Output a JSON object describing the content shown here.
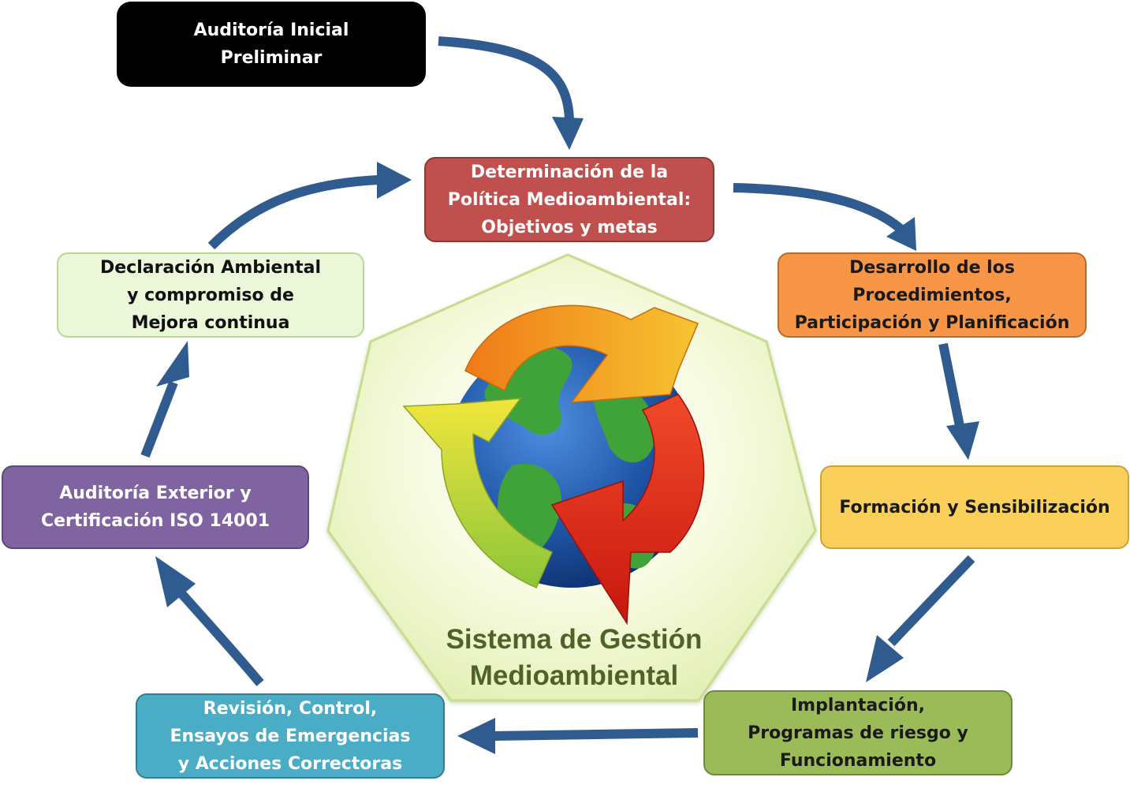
{
  "nodes": {
    "initial_audit": {
      "lines": [
        "Auditoría Inicial",
        "Preliminar"
      ],
      "fill": "#000000",
      "text_color": "#ffffff"
    },
    "policy": {
      "lines": [
        "Determinación de la",
        "Política Medioambiental:",
        "Objetivos y metas"
      ],
      "fill": "#c0504d",
      "text_color": "#ffffff"
    },
    "procedures": {
      "lines": [
        "Desarrollo de los",
        "Procedimientos,",
        "Participación y Planificación"
      ],
      "fill": "#f79646",
      "text_color": "#1a1a1a"
    },
    "training": {
      "lines": [
        "Formación y Sensibilización"
      ],
      "fill": "#fad05a",
      "text_color": "#1a1a1a"
    },
    "implementation": {
      "lines": [
        "Implantación,",
        "Programas de riesgo y",
        "Funcionamiento"
      ],
      "fill": "#9bbb59",
      "text_color": "#1a1a1a"
    },
    "review": {
      "lines": [
        "Revisión, Control,",
        "Ensayos de Emergencias",
        "y Acciones Correctoras"
      ],
      "fill": "#4bacc6",
      "text_color": "#ffffff"
    },
    "certification": {
      "lines": [
        "Auditoría Exterior y",
        "Certificación ISO 14001"
      ],
      "fill": "#8064a2",
      "text_color": "#ffffff"
    },
    "declaration": {
      "lines": [
        "Declaración Ambiental",
        "y compromiso de",
        "Mejora continua"
      ],
      "fill": "#eaf7d8",
      "text_color": "#111111"
    }
  },
  "center": {
    "lines": [
      "Sistema de Gestión",
      "Medioambiental"
    ],
    "text_color": "#4f6228",
    "heptagon_fill": "#f4fad0",
    "heptagon_edge": "#c7dc8e"
  },
  "arrow_color": "#2f5b8f",
  "recycle_colors": {
    "top": "#f5a623",
    "left": "#d6e63a",
    "right": "#e0261f"
  },
  "globe_colors": {
    "ocean": "#1f55a7",
    "land": "#3fa33a"
  },
  "flow": [
    "initial_audit",
    "policy",
    "procedures",
    "training",
    "implementation",
    "review",
    "certification",
    "declaration",
    "policy"
  ]
}
